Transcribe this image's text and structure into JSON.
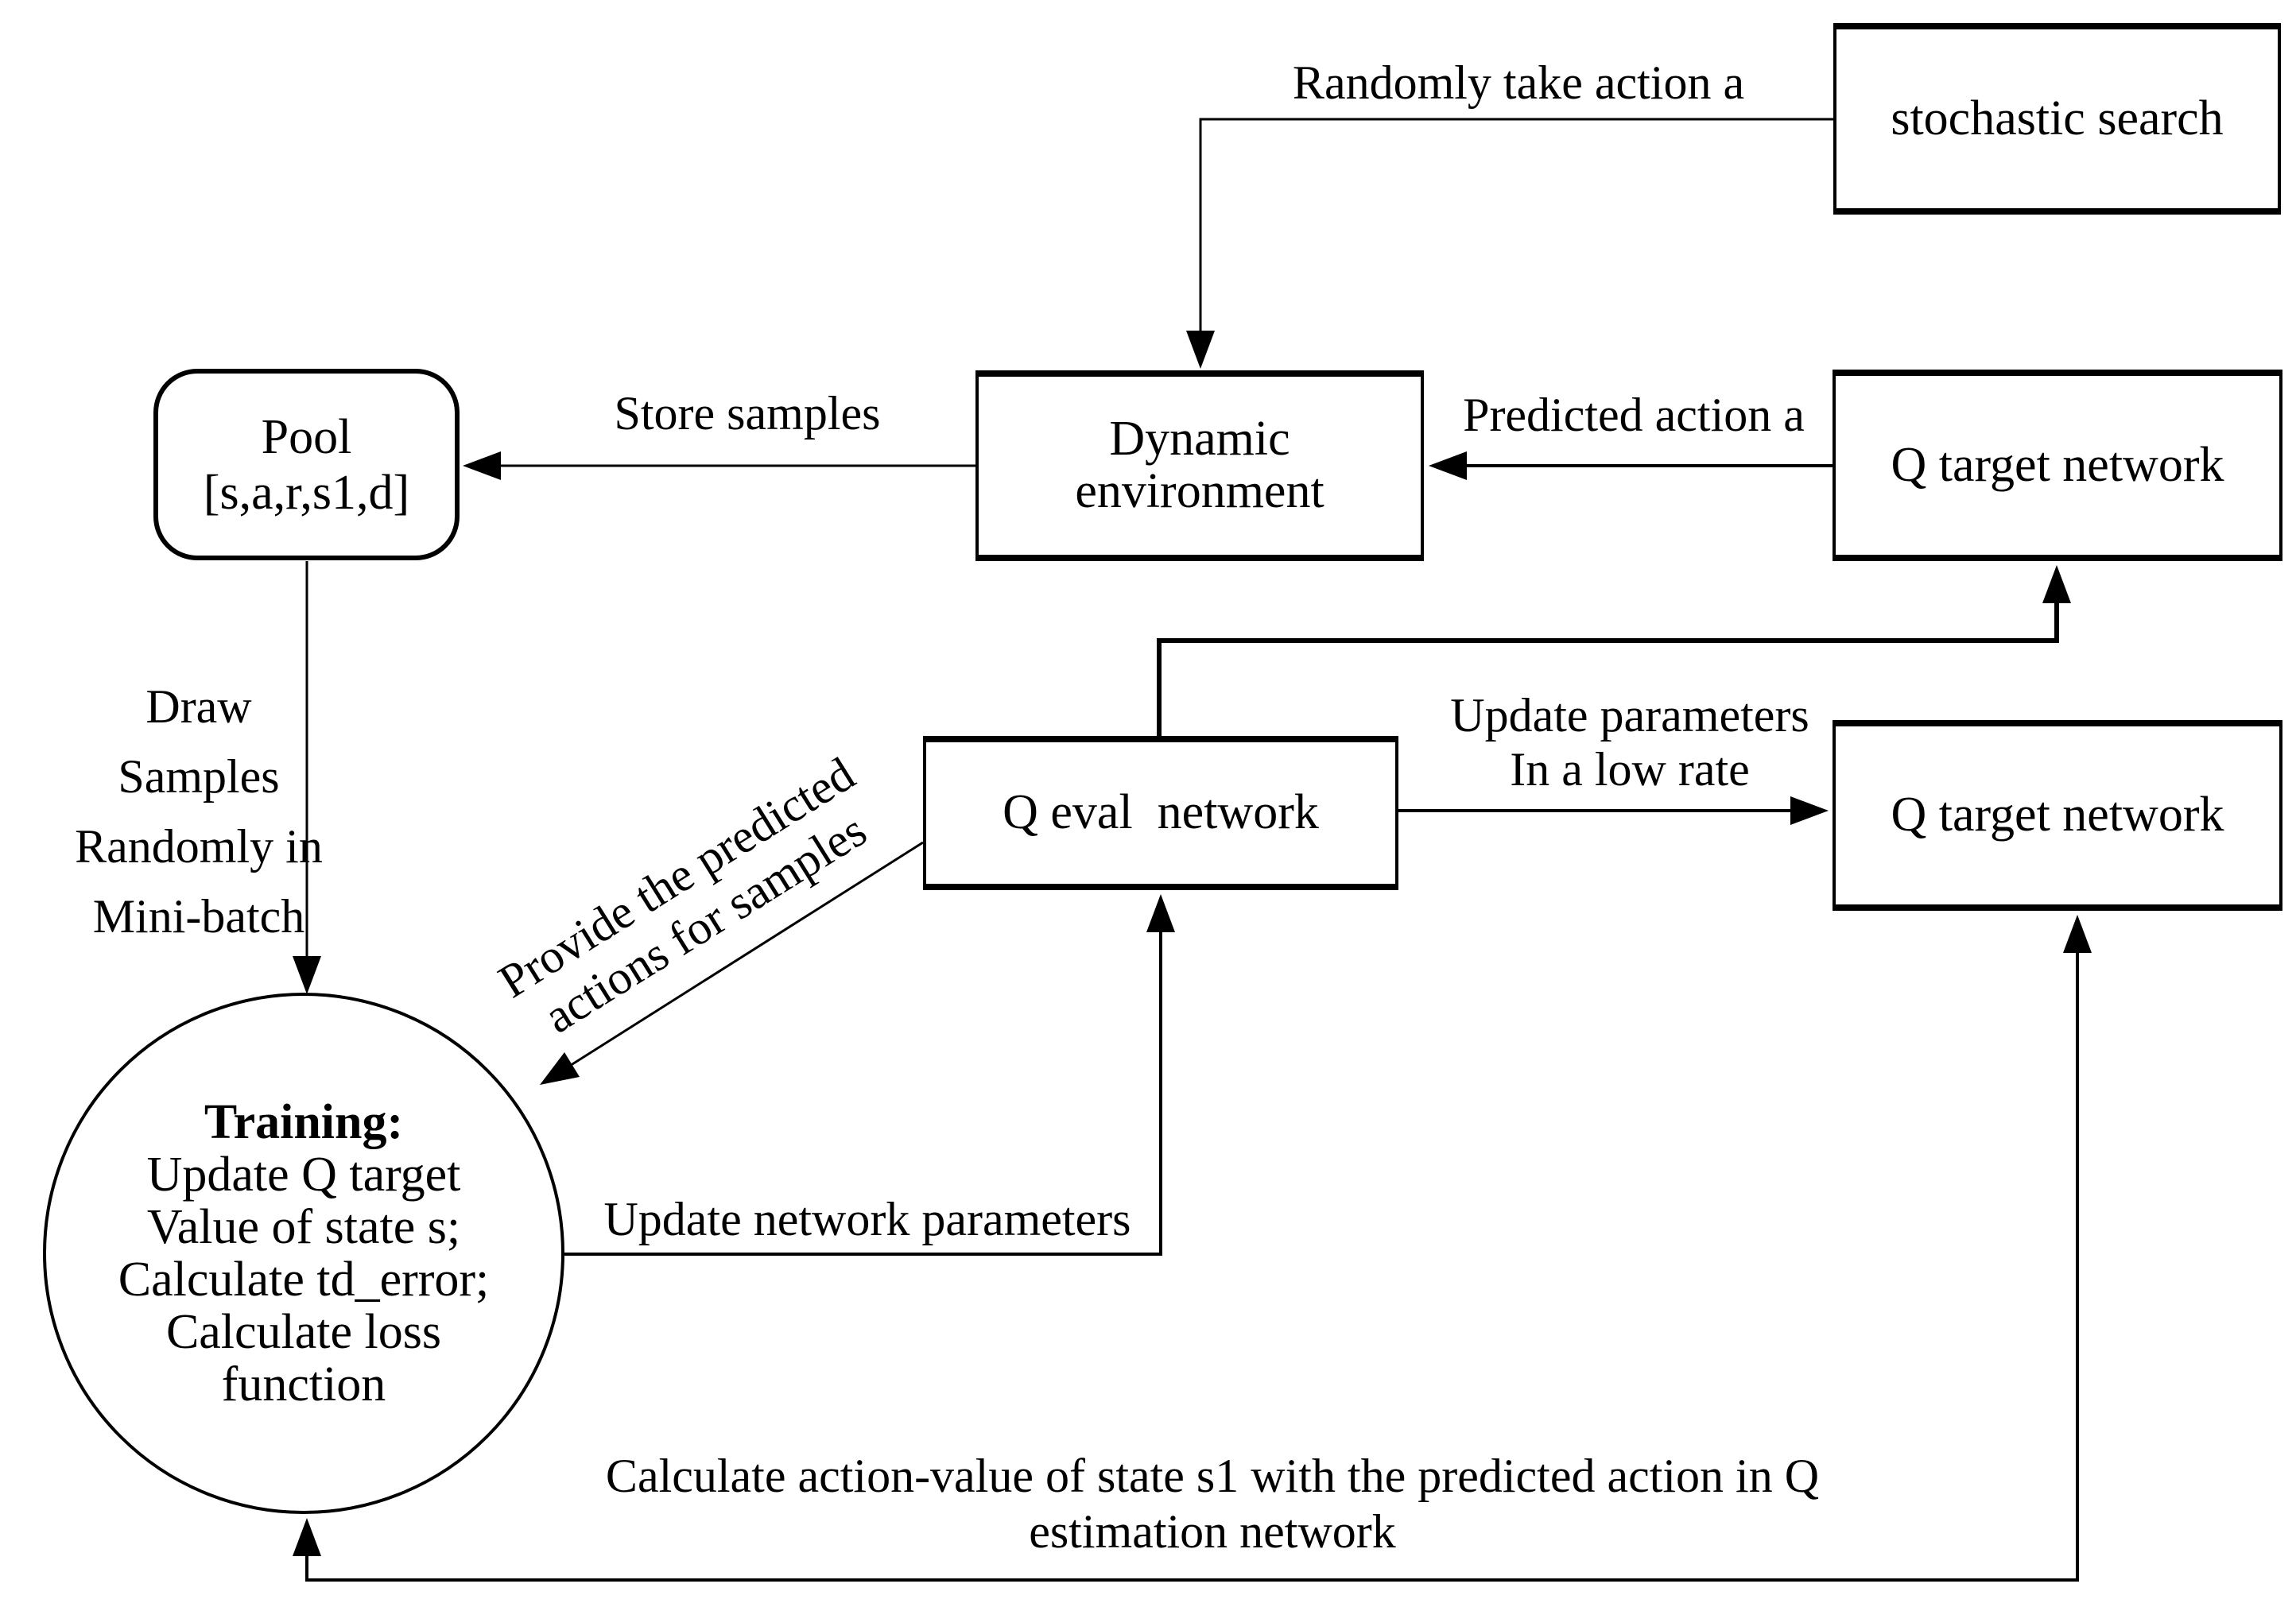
{
  "diagram": {
    "title": "DQN training loop flowchart",
    "colors": {
      "stroke": "#000000",
      "background": "#ffffff"
    },
    "boxes": {
      "stochastic_search": {
        "label": "stochastic search"
      },
      "q_target_top": {
        "label": "Q target network"
      },
      "dynamic_environment": {
        "label": "Dynamic\nenvironment"
      },
      "pool": {
        "label": "Pool\n[s,a,r,s1,d]"
      },
      "q_eval": {
        "label": "Q eval  network"
      },
      "q_target_right": {
        "label": "Q target network"
      }
    },
    "circle": {
      "title": "Training:",
      "body": "Update Q target\nValue of state s;\nCalculate td_error;\nCalculate loss\nfunction"
    },
    "edge_labels": {
      "randomly_take_action": "Randomly take action a",
      "predicted_action": "Predicted action a",
      "store_samples": "Store samples",
      "draw_samples": "Draw\nSamples\nRandomly in\nMini-batch",
      "provide_predicted": "Provide the predicted\nactions for samples",
      "update_parameters": "Update parameters\nIn a low rate",
      "update_network_parameters": "Update network parameters",
      "calculate_action_value": "Calculate action-value of state s1 with the predicted action in Q\nestimation network"
    }
  }
}
